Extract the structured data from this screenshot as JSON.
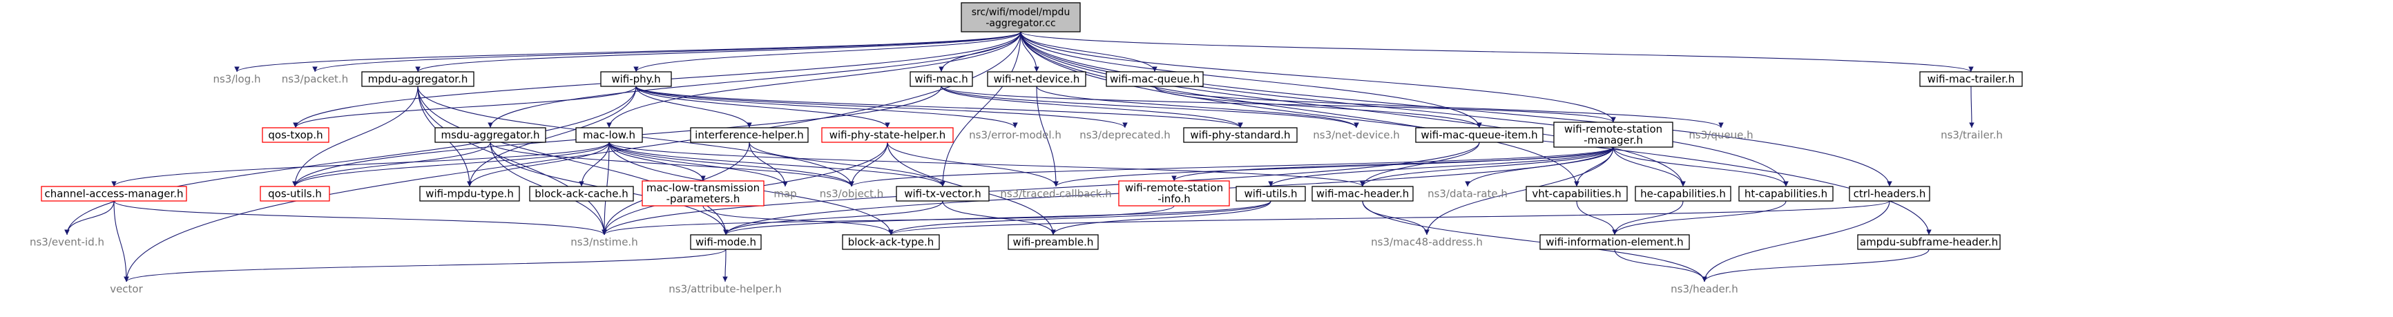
{
  "graph": {
    "colors": {
      "edge": "#191970",
      "root_fill": "#bfbfbf",
      "red_border": "#ff0000",
      "grey_text": "#7a7a7a"
    },
    "root": [
      "src/wifi/model/mpdu",
      "-aggregator.cc"
    ],
    "nodes": [
      {
        "id": "ns3_log",
        "label": "ns3/log.h",
        "style": "grey"
      },
      {
        "id": "ns3_packet",
        "label": "ns3/packet.h",
        "style": "grey"
      },
      {
        "id": "mpdu_agg",
        "label": "mpdu-aggregator.h",
        "style": "normal"
      },
      {
        "id": "wifi_phy",
        "label": "wifi-phy.h",
        "style": "normal"
      },
      {
        "id": "wifi_mac",
        "label": "wifi-mac.h",
        "style": "normal"
      },
      {
        "id": "wifi_net_device",
        "label": "wifi-net-device.h",
        "style": "normal"
      },
      {
        "id": "wifi_mac_queue",
        "label": "wifi-mac-queue.h",
        "style": "normal"
      },
      {
        "id": "wifi_mac_trailer",
        "label": "wifi-mac-trailer.h",
        "style": "normal"
      },
      {
        "id": "qos_txop",
        "label": "qos-txop.h",
        "style": "red"
      },
      {
        "id": "msdu_agg",
        "label": "msdu-aggregator.h",
        "style": "normal"
      },
      {
        "id": "mac_low",
        "label": "mac-low.h",
        "style": "normal"
      },
      {
        "id": "interference_helper",
        "label": "interference-helper.h",
        "style": "normal"
      },
      {
        "id": "ns3_error_model",
        "label": "ns3/error-model.h",
        "style": "grey"
      },
      {
        "id": "ns3_deprecated",
        "label": "ns3/deprecated.h",
        "style": "grey"
      },
      {
        "id": "wifi_phy_state_helper",
        "label": "wifi-phy-state-helper.h",
        "style": "red"
      },
      {
        "id": "wifi_phy_standard",
        "label": "wifi-phy-standard.h",
        "style": "normal"
      },
      {
        "id": "ns3_net_device",
        "label": "ns3/net-device.h",
        "style": "grey"
      },
      {
        "id": "wifi_mac_queue_item",
        "label": "wifi-mac-queue-item.h",
        "style": "normal"
      },
      {
        "id": "wifi_rsm",
        "label": [
          "wifi-remote-station",
          "-manager.h"
        ],
        "style": "normal"
      },
      {
        "id": "ns3_queue",
        "label": "ns3/queue.h",
        "style": "grey"
      },
      {
        "id": "ns3_trailer",
        "label": "ns3/trailer.h",
        "style": "grey"
      },
      {
        "id": "channel_access",
        "label": "channel-access-manager.h",
        "style": "red"
      },
      {
        "id": "qos_utils",
        "label": "qos-utils.h",
        "style": "red"
      },
      {
        "id": "wifi_mpdu_type",
        "label": "wifi-mpdu-type.h",
        "style": "normal"
      },
      {
        "id": "block_ack_cache",
        "label": "block-ack-cache.h",
        "style": "normal"
      },
      {
        "id": "mac_low_tx_params",
        "label": [
          "mac-low-transmission",
          "-parameters.h"
        ],
        "style": "red"
      },
      {
        "id": "map",
        "label": "map",
        "style": "grey"
      },
      {
        "id": "ns3_object",
        "label": "ns3/object.h",
        "style": "grey"
      },
      {
        "id": "wifi_tx_vector",
        "label": "wifi-tx-vector.h",
        "style": "normal"
      },
      {
        "id": "ns3_traced_callback",
        "label": "ns3/traced-callback.h",
        "style": "grey"
      },
      {
        "id": "wifi_rs_info",
        "label": [
          "wifi-remote-station",
          "-info.h"
        ],
        "style": "red"
      },
      {
        "id": "wifi_mac_header",
        "label": "wifi-mac-header.h",
        "style": "normal"
      },
      {
        "id": "ns3_data_rate",
        "label": "ns3/data-rate.h",
        "style": "grey"
      },
      {
        "id": "wifi_utils",
        "label": "wifi-utils.h",
        "style": "normal"
      },
      {
        "id": "vht_cap",
        "label": "vht-capabilities.h",
        "style": "normal"
      },
      {
        "id": "he_cap",
        "label": "he-capabilities.h",
        "style": "normal"
      },
      {
        "id": "ht_cap",
        "label": "ht-capabilities.h",
        "style": "normal"
      },
      {
        "id": "ctrl_headers",
        "label": "ctrl-headers.h",
        "style": "normal"
      },
      {
        "id": "ns3_event_id",
        "label": "ns3/event-id.h",
        "style": "grey"
      },
      {
        "id": "vector",
        "label": "vector",
        "style": "grey"
      },
      {
        "id": "ns3_nstime",
        "label": "ns3/nstime.h",
        "style": "grey"
      },
      {
        "id": "wifi_mode",
        "label": "wifi-mode.h",
        "style": "normal"
      },
      {
        "id": "block_ack_type",
        "label": "block-ack-type.h",
        "style": "normal"
      },
      {
        "id": "wifi_preamble",
        "label": "wifi-preamble.h",
        "style": "normal"
      },
      {
        "id": "ns3_mac48",
        "label": "ns3/mac48-address.h",
        "style": "grey"
      },
      {
        "id": "wifi_info_element",
        "label": "wifi-information-element.h",
        "style": "normal"
      },
      {
        "id": "ampdu_subframe",
        "label": "ampdu-subframe-header.h",
        "style": "normal"
      },
      {
        "id": "ns3_attribute_helper",
        "label": "ns3/attribute-helper.h",
        "style": "grey"
      },
      {
        "id": "ns3_header",
        "label": "ns3/header.h",
        "style": "grey"
      }
    ],
    "edges": [
      [
        "root",
        "ns3_log"
      ],
      [
        "root",
        "ns3_packet"
      ],
      [
        "root",
        "mpdu_agg"
      ],
      [
        "root",
        "wifi_phy"
      ],
      [
        "root",
        "wifi_mac"
      ],
      [
        "root",
        "wifi_net_device"
      ],
      [
        "root",
        "wifi_mac_queue"
      ],
      [
        "root",
        "wifi_mac_trailer"
      ],
      [
        "root",
        "mac_low"
      ],
      [
        "root",
        "wifi_rsm"
      ],
      [
        "root",
        "vht_cap"
      ],
      [
        "root",
        "he_cap"
      ],
      [
        "root",
        "ht_cap"
      ],
      [
        "root",
        "ctrl_headers"
      ],
      [
        "root",
        "ampdu_subframe"
      ],
      [
        "root",
        "msdu_agg"
      ],
      [
        "root",
        "qos_txop"
      ],
      [
        "root",
        "wifi_mac_queue_item"
      ],
      [
        "root",
        "vector"
      ],
      [
        "root",
        "wifi_tx_vector"
      ],
      [
        "mpdu_agg",
        "ns3_object"
      ],
      [
        "mpdu_agg",
        "wifi_mode"
      ],
      [
        "mpdu_agg",
        "qos_utils"
      ],
      [
        "mpdu_agg",
        "ns3_nstime"
      ],
      [
        "mpdu_agg",
        "wifi_mpdu_type"
      ],
      [
        "wifi_phy",
        "interference_helper"
      ],
      [
        "wifi_phy",
        "ns3_error_model"
      ],
      [
        "wifi_phy",
        "ns3_deprecated"
      ],
      [
        "wifi_phy",
        "wifi_phy_state_helper"
      ],
      [
        "wifi_phy",
        "wifi_phy_standard"
      ],
      [
        "wifi_phy",
        "qos_txop"
      ],
      [
        "wifi_phy",
        "ns3_event_id"
      ],
      [
        "wifi_phy",
        "wifi_mpdu_type"
      ],
      [
        "wifi_mac",
        "wifi_phy_standard"
      ],
      [
        "wifi_mac",
        "ns3_net_device"
      ],
      [
        "wifi_mac",
        "wifi_rsm"
      ],
      [
        "wifi_mac",
        "qos_utils"
      ],
      [
        "wifi_net_device",
        "ns3_net_device"
      ],
      [
        "wifi_net_device",
        "ns3_traced_callback"
      ],
      [
        "wifi_mac_queue",
        "wifi_mac_queue_item"
      ],
      [
        "wifi_mac_queue",
        "ns3_queue"
      ],
      [
        "wifi_mac_trailer",
        "ns3_trailer"
      ],
      [
        "msdu_agg",
        "qos_utils"
      ],
      [
        "msdu_agg",
        "ns3_object"
      ],
      [
        "msdu_agg",
        "ns3_nstime"
      ],
      [
        "msdu_agg",
        "wifi_mode"
      ],
      [
        "mac_low",
        "channel_access"
      ],
      [
        "mac_low",
        "qos_utils"
      ],
      [
        "mac_low",
        "wifi_mpdu_type"
      ],
      [
        "mac_low",
        "block_ack_cache"
      ],
      [
        "mac_low",
        "mac_low_tx_params"
      ],
      [
        "mac_low",
        "map"
      ],
      [
        "mac_low",
        "ns3_object"
      ],
      [
        "mac_low",
        "wifi_tx_vector"
      ],
      [
        "mac_low",
        "wifi_mac_header"
      ],
      [
        "mac_low",
        "ns3_nstime"
      ],
      [
        "mac_low",
        "block_ack_type"
      ],
      [
        "interference_helper",
        "map"
      ],
      [
        "interference_helper",
        "ns3_nstime"
      ],
      [
        "interference_helper",
        "wifi_tx_vector"
      ],
      [
        "wifi_phy_state_helper",
        "ns3_object"
      ],
      [
        "wifi_phy_state_helper",
        "ns3_traced_callback"
      ],
      [
        "wifi_phy_state_helper",
        "ns3_nstime"
      ],
      [
        "wifi_phy_state_helper",
        "wifi_preamble"
      ],
      [
        "wifi_mac_queue_item",
        "ns3_nstime"
      ],
      [
        "wifi_mac_queue_item",
        "wifi_mac_header"
      ],
      [
        "wifi_rsm",
        "ns3_object"
      ],
      [
        "wifi_rsm",
        "ns3_traced_callback"
      ],
      [
        "wifi_rsm",
        "wifi_rs_info"
      ],
      [
        "wifi_rsm",
        "wifi_mac_header"
      ],
      [
        "wifi_rsm",
        "ns3_data_rate"
      ],
      [
        "wifi_rsm",
        "wifi_utils"
      ],
      [
        "wifi_rsm",
        "ns3_mac48"
      ],
      [
        "wifi_rsm",
        "vht_cap"
      ],
      [
        "wifi_rsm",
        "he_cap"
      ],
      [
        "wifi_rsm",
        "ht_cap"
      ],
      [
        "wifi_rsm",
        "wifi_mode"
      ],
      [
        "channel_access",
        "ns3_event_id"
      ],
      [
        "channel_access",
        "vector"
      ],
      [
        "channel_access",
        "ns3_nstime"
      ],
      [
        "mac_low_tx_params",
        "block_ack_type"
      ],
      [
        "wifi_tx_vector",
        "wifi_mode"
      ],
      [
        "wifi_tx_vector",
        "wifi_preamble"
      ],
      [
        "wifi_rs_info",
        "ns3_nstime"
      ],
      [
        "wifi_mac_header",
        "ns3_mac48"
      ],
      [
        "wifi_mac_header",
        "ns3_header"
      ],
      [
        "wifi_utils",
        "wifi_mode"
      ],
      [
        "wifi_utils",
        "block_ack_type"
      ],
      [
        "wifi_utils",
        "wifi_preamble"
      ],
      [
        "vht_cap",
        "wifi_info_element"
      ],
      [
        "he_cap",
        "wifi_info_element"
      ],
      [
        "ht_cap",
        "wifi_info_element"
      ],
      [
        "ctrl_headers",
        "block_ack_type"
      ],
      [
        "ctrl_headers",
        "ns3_header"
      ],
      [
        "wifi_info_element",
        "ns3_header"
      ],
      [
        "ampdu_subframe",
        "ns3_header"
      ],
      [
        "wifi_mode",
        "vector"
      ],
      [
        "wifi_mode",
        "ns3_attribute_helper"
      ]
    ]
  }
}
